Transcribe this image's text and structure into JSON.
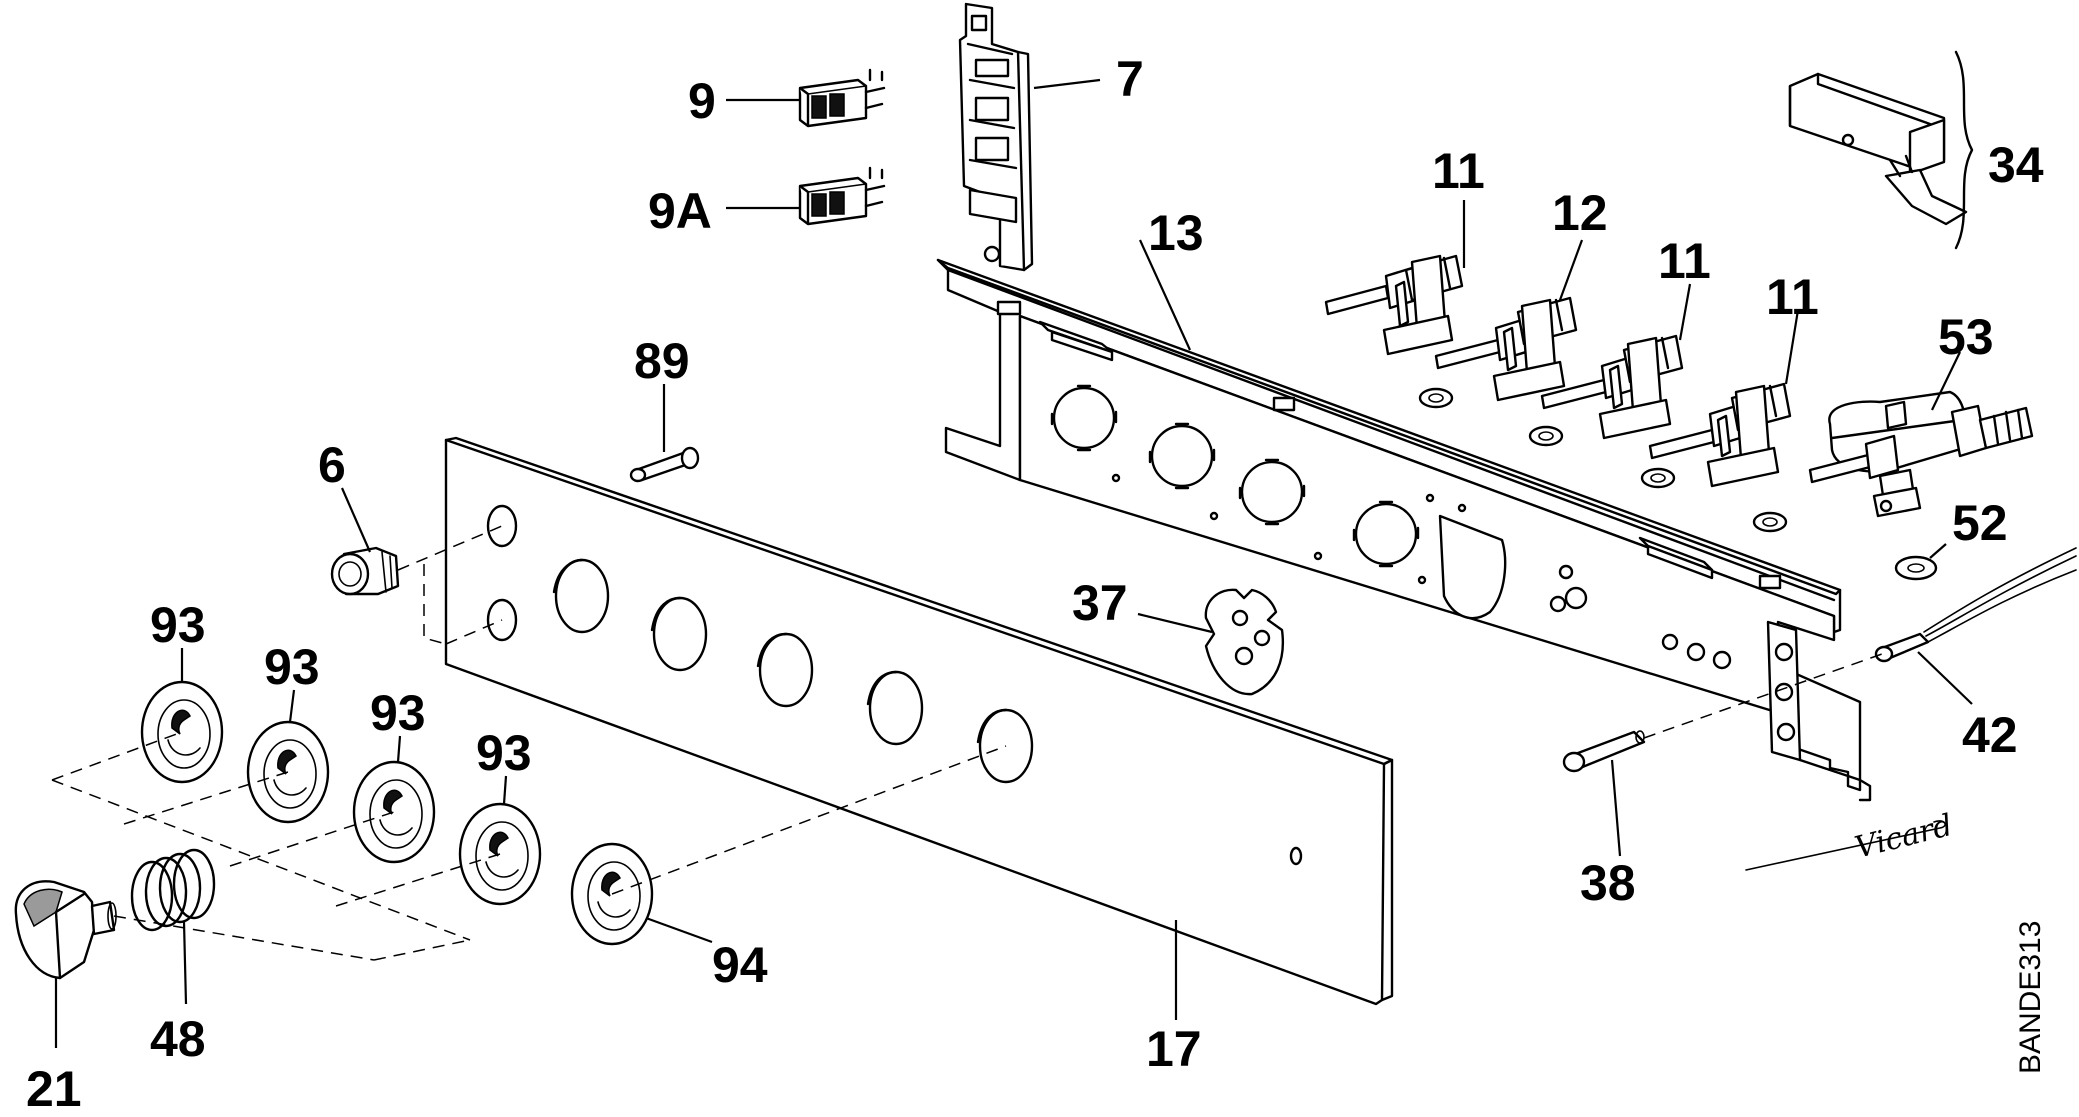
{
  "diagram": {
    "labels": {
      "p9": "9",
      "p9a": "9A",
      "p7": "7",
      "p34": "34",
      "p13": "13",
      "p11a": "11",
      "p12": "12",
      "p11b": "11",
      "p11c": "11",
      "p53": "53",
      "p52": "52",
      "p42": "42",
      "p89": "89",
      "p6": "6",
      "p37": "37",
      "p38": "38",
      "p93a": "93",
      "p93b": "93",
      "p93c": "93",
      "p93d": "93",
      "p94": "94",
      "p17": "17",
      "p21": "21",
      "p48": "48"
    },
    "drawing_code": "BANDE313",
    "signature": "Vicard",
    "colors": {
      "ink": "#000000",
      "paper": "#ffffff",
      "shade": "#9a9a9a"
    }
  }
}
